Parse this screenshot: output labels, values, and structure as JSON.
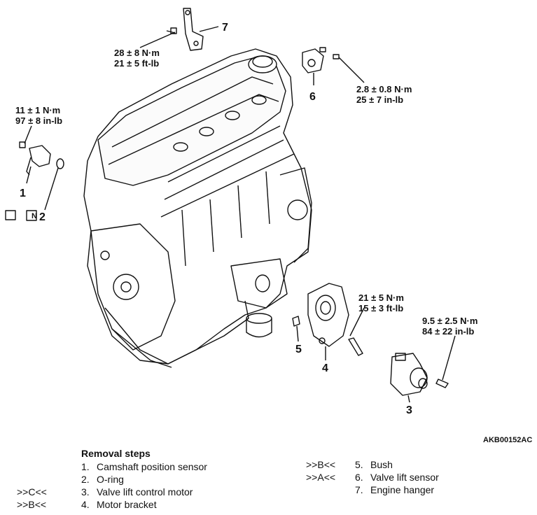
{
  "figure_code": "AKB00152AC",
  "callouts": {
    "c1": [
      "11 ± 1 N·m",
      "97 ± 8 in-lb"
    ],
    "c7": [
      "28 ± 8 N·m",
      "21 ± 5 ft-lb"
    ],
    "c6": [
      "2.8 ± 0.8 N·m",
      "25 ± 7 in-lb"
    ],
    "c4": [
      "21 ± 5 N·m",
      "15 ± 3 ft-lb"
    ],
    "c3": [
      "9.5 ± 2.5 N·m",
      "84 ± 22 in-lb"
    ]
  },
  "part_numbers": [
    "1",
    "2",
    "3",
    "4",
    "5",
    "6",
    "7"
  ],
  "replace_symbol": "N",
  "removal": {
    "title": "Removal steps",
    "left": [
      {
        "ref": "",
        "num": "1.",
        "label": "Camshaft position sensor"
      },
      {
        "ref": "",
        "num": "2.",
        "label": "O-ring"
      },
      {
        "ref": ">>C<<",
        "num": "3.",
        "label": "Valve lift control motor"
      },
      {
        "ref": ">>B<<",
        "num": "4.",
        "label": "Motor bracket"
      }
    ],
    "right": [
      {
        "ref": ">>B<<",
        "num": "5.",
        "label": "Bush"
      },
      {
        "ref": ">>A<<",
        "num": "6.",
        "label": "Valve lift sensor"
      },
      {
        "ref": "",
        "num": "7.",
        "label": "Engine hanger"
      }
    ]
  }
}
